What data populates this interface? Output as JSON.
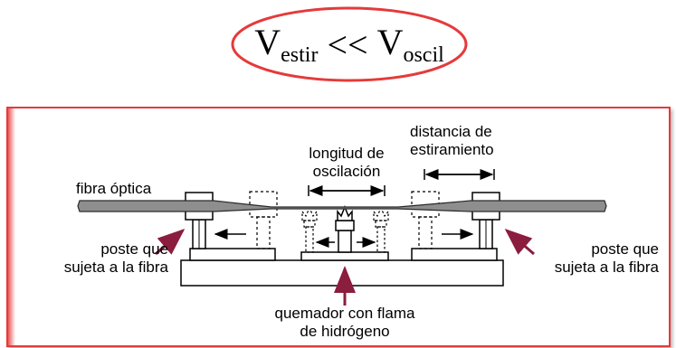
{
  "formula": {
    "v1": "V",
    "v1_sub": "estir",
    "op": "<<",
    "v2": "V",
    "v2_sub": "oscil",
    "ellipse_color": "#e53a3a"
  },
  "labels": {
    "fiber": "fibra óptica",
    "osc_line1": "longitud de",
    "osc_line2": "oscilación",
    "stretch_line1": "distancia de",
    "stretch_line2": "estiramiento",
    "post_left_line1": "poste que",
    "post_left_line2": "sujeta a la fibra",
    "post_right_line1": "poste que",
    "post_right_line2": "sujeta a la fibra",
    "burner_line1": "quemador con flama",
    "burner_line2": "de hidrógeno"
  },
  "colors": {
    "frame_border": "#e53a3a",
    "arrow_accent": "#8b1d3e"
  }
}
